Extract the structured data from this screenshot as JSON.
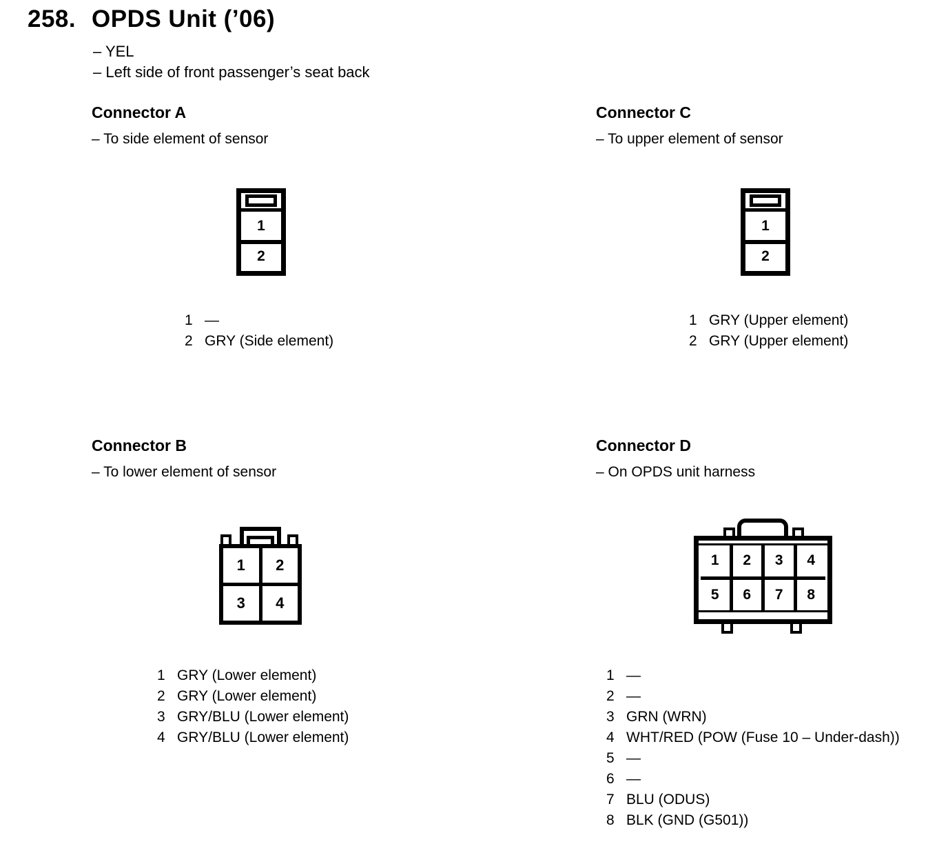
{
  "page": {
    "title_number": "258.",
    "title": "OPDS Unit (’06)",
    "bullets": [
      "– YEL",
      "– Left side of front passenger’s seat back"
    ]
  },
  "colors": {
    "ink": "#000000",
    "paper": "#ffffff"
  },
  "connectors": {
    "a": {
      "heading": "Connector A",
      "subtitle": "– To side element of sensor",
      "cells": [
        "1",
        "2"
      ],
      "pins": [
        {
          "num": "1",
          "label": "—"
        },
        {
          "num": "2",
          "label": "GRY (Side element)"
        }
      ]
    },
    "c": {
      "heading": "Connector C",
      "subtitle": "– To upper element of sensor",
      "cells": [
        "1",
        "2"
      ],
      "pins": [
        {
          "num": "1",
          "label": "GRY (Upper element)"
        },
        {
          "num": "2",
          "label": "GRY (Upper element)"
        }
      ]
    },
    "b": {
      "heading": "Connector B",
      "subtitle": "– To lower element of sensor",
      "cells": [
        "1",
        "2",
        "3",
        "4"
      ],
      "pins": [
        {
          "num": "1",
          "label": "GRY (Lower element)"
        },
        {
          "num": "2",
          "label": "GRY (Lower element)"
        },
        {
          "num": "3",
          "label": "GRY/BLU (Lower element)"
        },
        {
          "num": "4",
          "label": "GRY/BLU (Lower element)"
        }
      ]
    },
    "d": {
      "heading": "Connector D",
      "subtitle": "– On OPDS unit harness",
      "cells": [
        "1",
        "2",
        "3",
        "4",
        "5",
        "6",
        "7",
        "8"
      ],
      "pins": [
        {
          "num": "1",
          "label": "—"
        },
        {
          "num": "2",
          "label": "—"
        },
        {
          "num": "3",
          "label": "GRN (WRN)"
        },
        {
          "num": "4",
          "label": "WHT/RED (POW (Fuse 10 – Under-dash))"
        },
        {
          "num": "5",
          "label": "—"
        },
        {
          "num": "6",
          "label": "—"
        },
        {
          "num": "7",
          "label": "BLU (ODUS)"
        },
        {
          "num": "8",
          "label": "BLK (GND (G501))"
        }
      ]
    }
  }
}
